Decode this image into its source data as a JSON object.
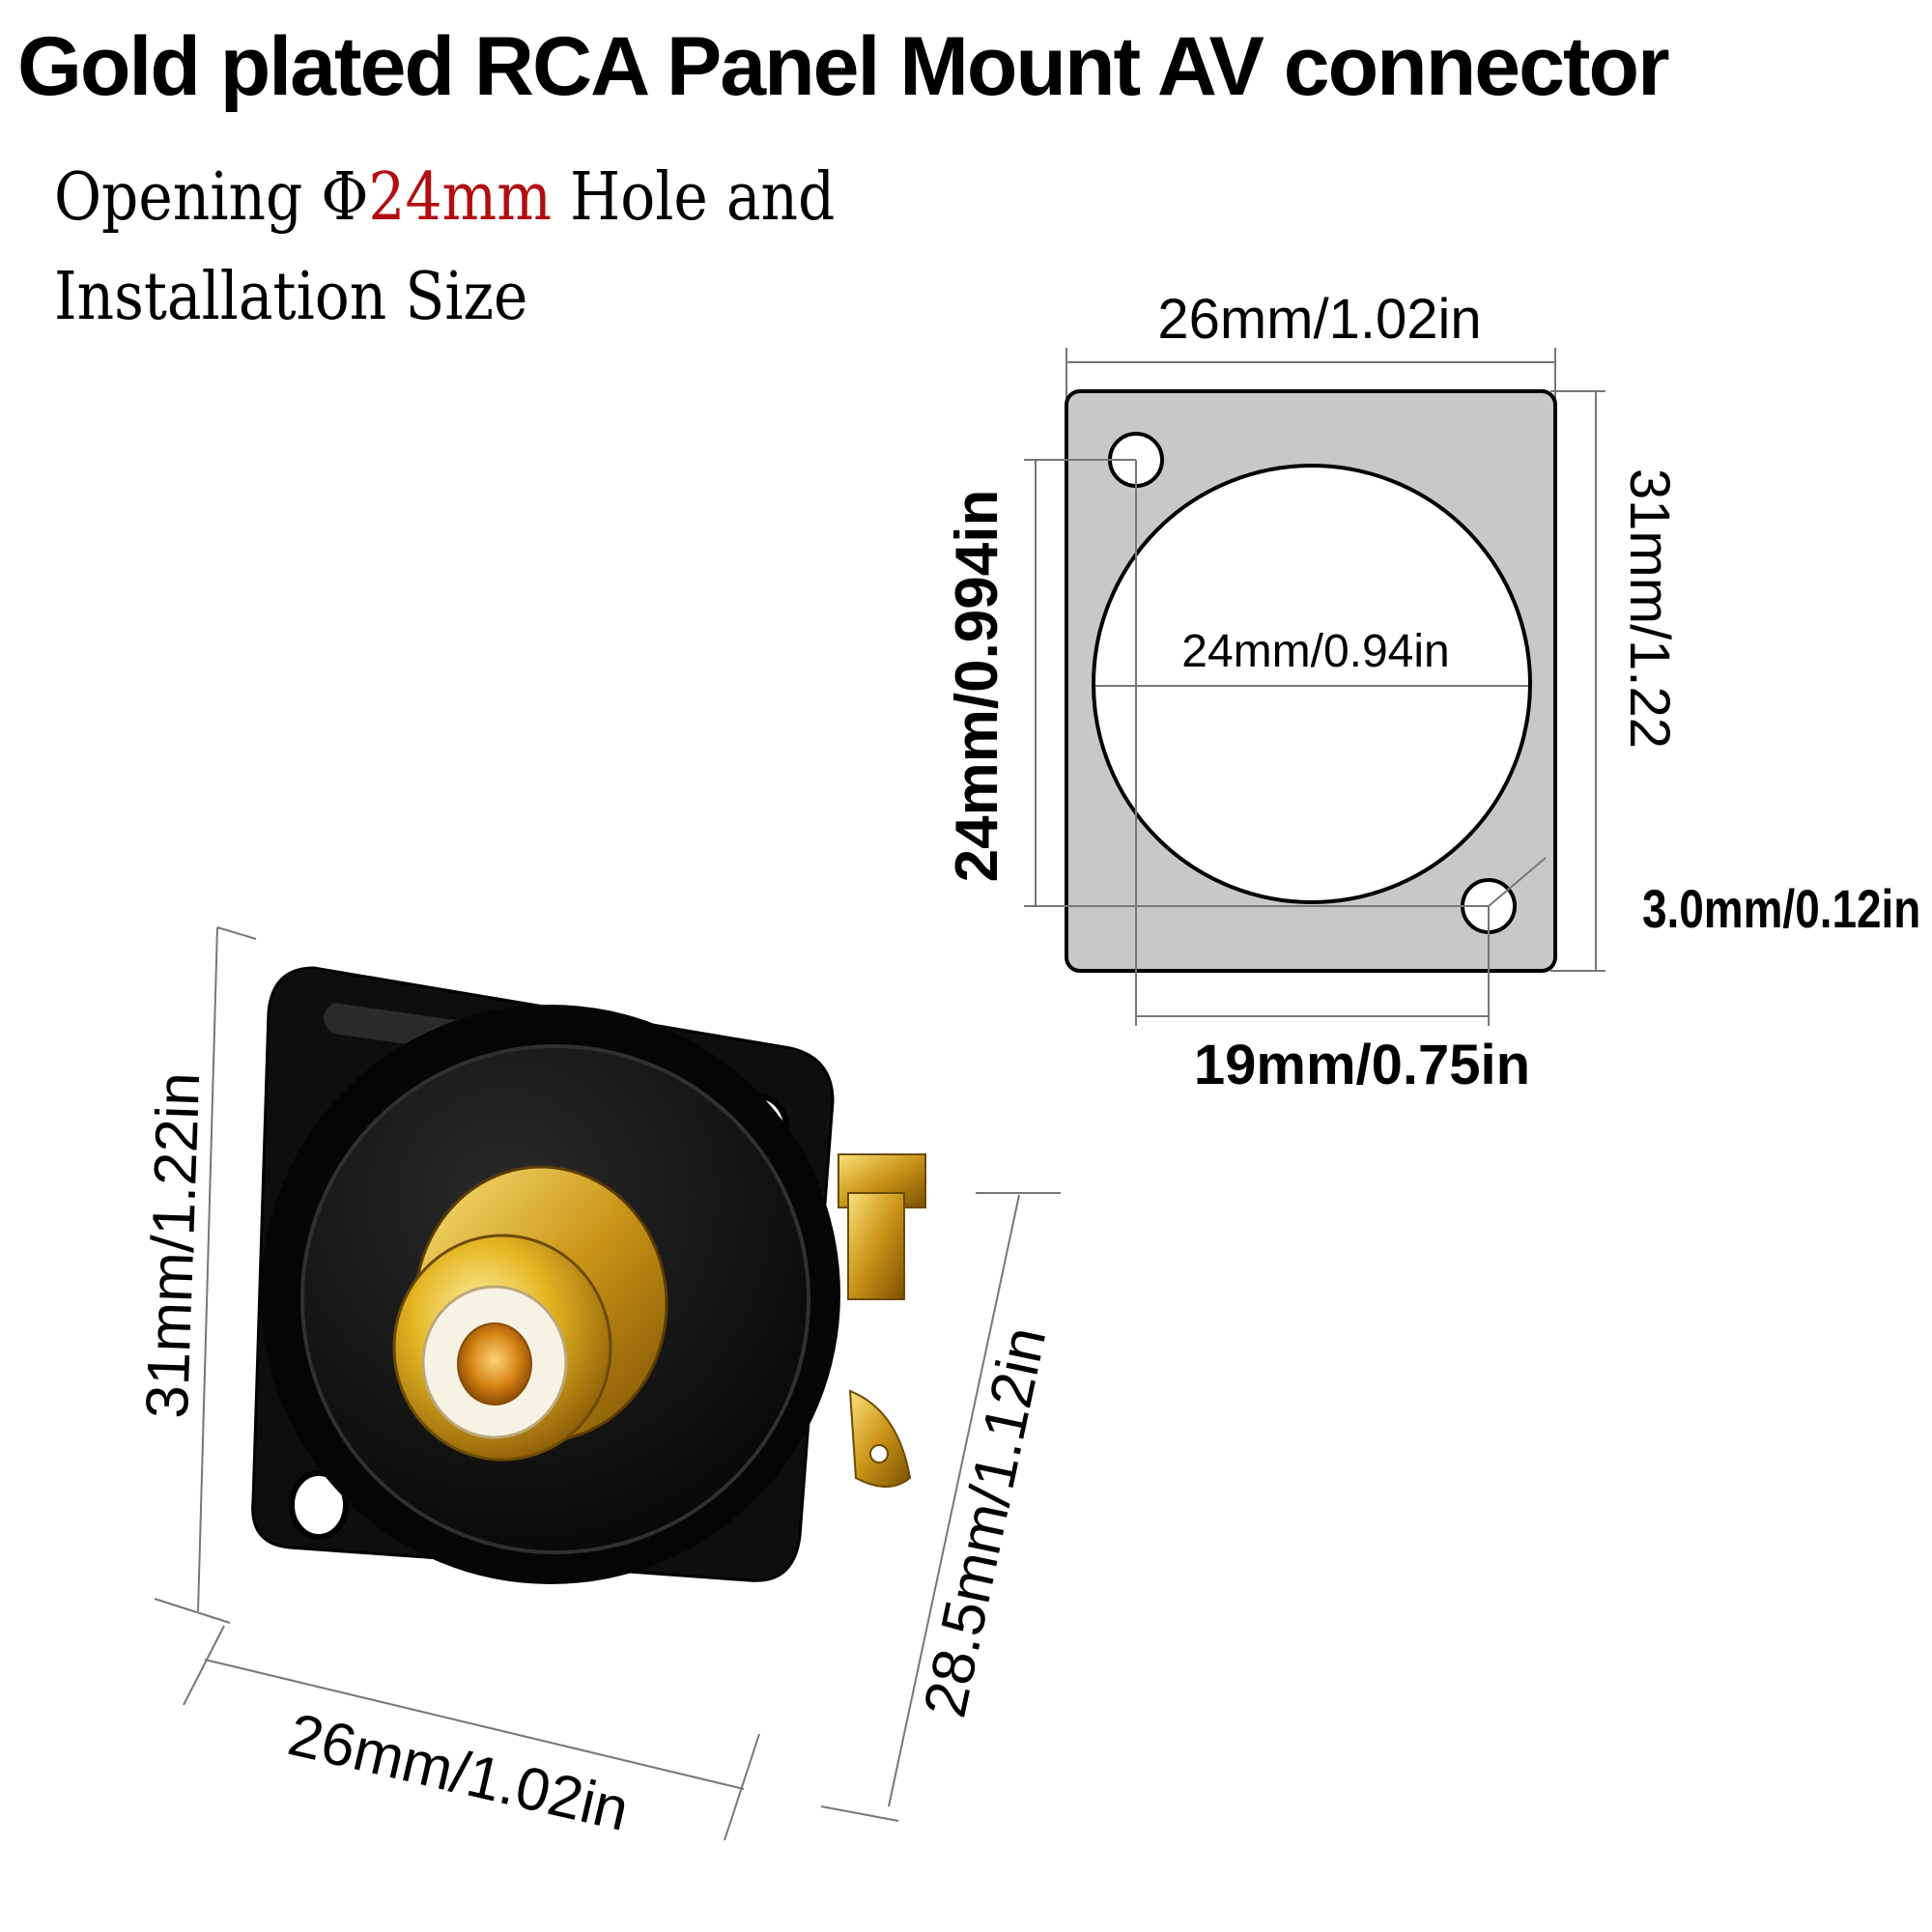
{
  "title": "Gold plated RCA Panel Mount AV connector",
  "subtitle": {
    "line1_prefix": "Opening Φ",
    "line1_highlight": "24mm",
    "line1_suffix": " Hole and",
    "line2": "Installation Size",
    "highlight_color": "#b10e12"
  },
  "drawing": {
    "top_width": "26mm/1.02in",
    "right_height": "31mm/1.22",
    "left_hole_spacing": "24mm/0.994in",
    "center_opening": "24mm/0.94in",
    "mount_hole": "3.0mm/0.12in",
    "bottom_hole_spacing": "19mm/0.75in",
    "plate_color": "#c8c8c8"
  },
  "photo": {
    "height": "31mm/1.22in",
    "width": "26mm/1.02in",
    "depth": "28.5mm/1.12in"
  }
}
